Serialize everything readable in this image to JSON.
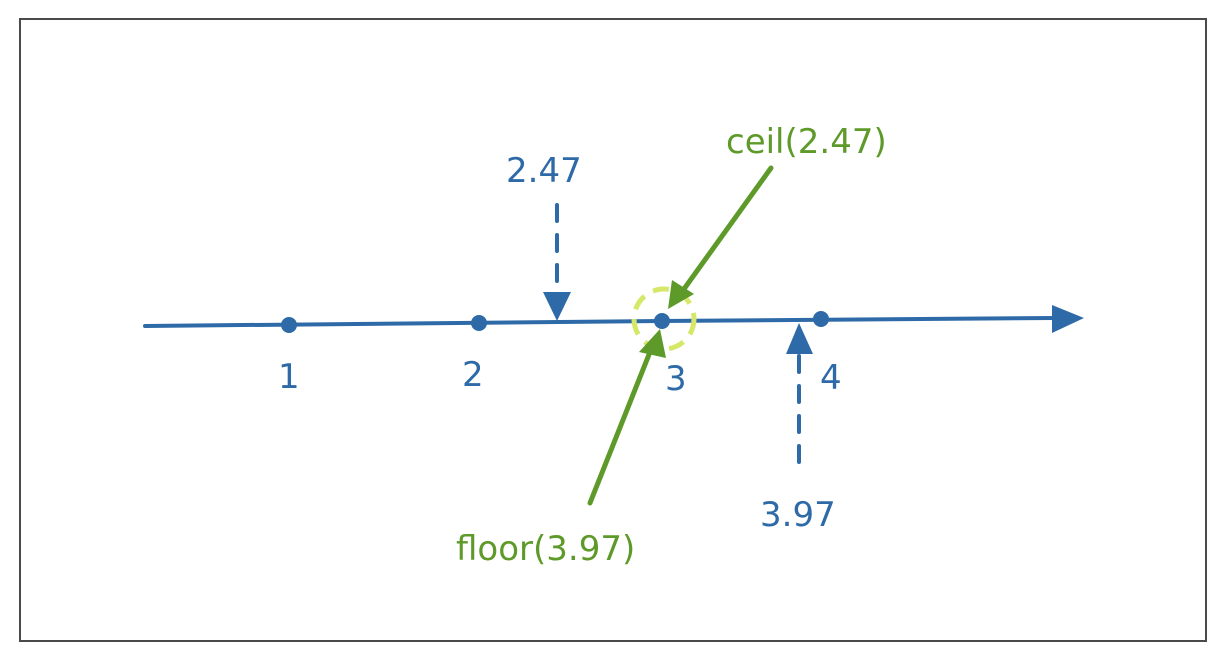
{
  "diagram": {
    "tick_labels": [
      "1",
      "2",
      "3",
      "4"
    ],
    "markers": {
      "value_a": "2.47",
      "value_b": "3.97"
    },
    "callouts": {
      "ceil": "ceil(2.47)",
      "floor": "floor(3.97)"
    },
    "colors": {
      "axis": "#2e6aa7",
      "highlight_arrow": "#5e9a2a",
      "highlight_circle": "#d6e86a",
      "frame": "#4a4a4a"
    }
  }
}
